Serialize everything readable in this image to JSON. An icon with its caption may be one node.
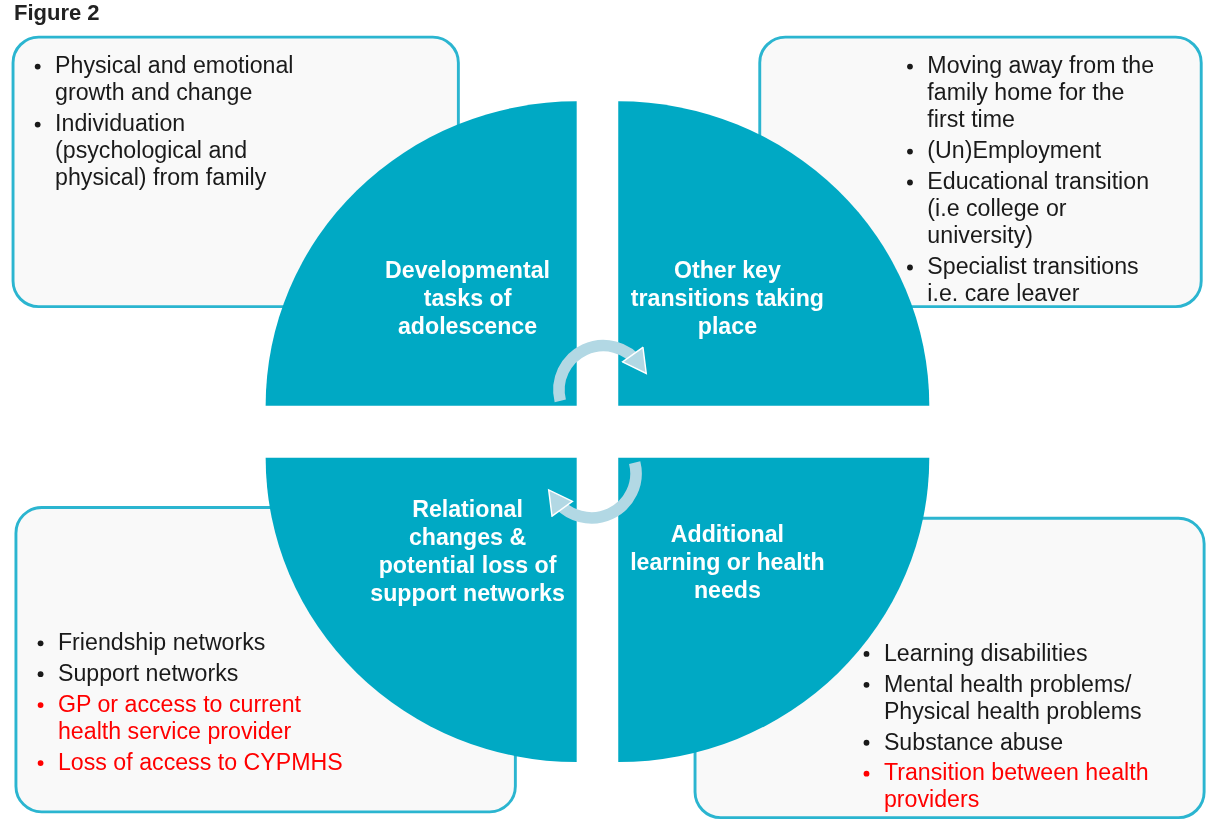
{
  "diagram": {
    "title": "Figure 2",
    "nodes": [
      {
        "text": [
          "Physical and emotional growth and change",
          "Individuation (psychological and physical) from family"
        ]
      },
      {
        "text": [
          "Moving away from the family home for the first time",
          "(Un)Employment",
          "Educational transition (i.e college or university)",
          "Specialist transitions i.e. care leaver"
        ]
      },
      {
        "text": [
          "Developmental tasks of adolescence"
        ]
      },
      {
        "text": [
          "Other key transitions taking place"
        ]
      },
      {
        "text": [
          "Relational changes & potential loss of support networks"
        ]
      },
      {
        "text": [
          "Additional learning or health needs"
        ]
      },
      {
        "text": [
          "Friendship networks",
          "Support networks",
          "GP or access to current health service provider",
          "Loss of access to CYPMHS"
        ]
      },
      {
        "text": [
          "Learning disabilities",
          "Mental health problems/ Physical health problems",
          "Substance abuse",
          "Transition between health providers"
        ]
      }
    ],
    "edges": [
      {
        "from": 2,
        "to": 3,
        "arrow": "to"
      },
      {
        "from": 5,
        "to": 4,
        "arrow": "to"
      }
    ]
  }
}
